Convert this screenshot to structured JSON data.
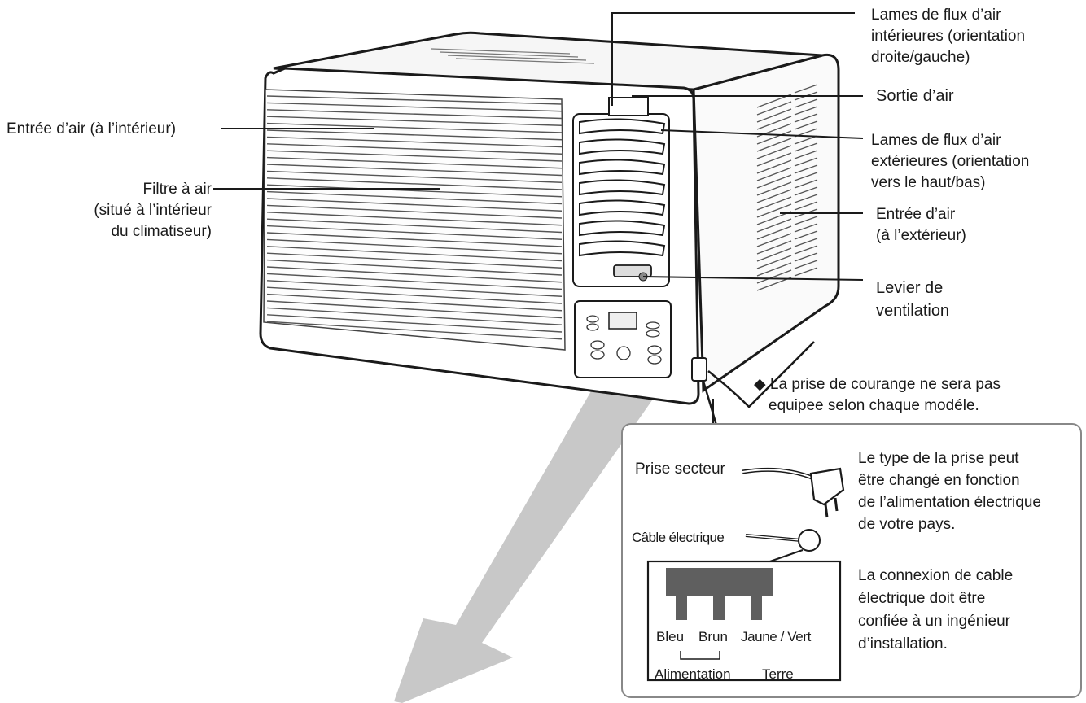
{
  "labels": {
    "indoor_louvers": [
      "Lames de flux d’air",
      "intérieures (orientation",
      "droite/gauche)"
    ],
    "air_outlet": "Sortie d’air",
    "outdoor_louvers": [
      "Lames de flux d’air",
      "extérieures (orientation",
      "vers le haut/bas)"
    ],
    "outdoor_intake": [
      "Entrée d’air",
      "(à l’extérieur)"
    ],
    "vent_lever": [
      "Levier de",
      "ventilation"
    ],
    "indoor_intake": "Entrée d’air (à l’intérieur)",
    "air_filter": [
      "Filtre à air",
      "(situé à l’intérieur",
      "du climatiseur)"
    ]
  },
  "note": {
    "bullet": "◆",
    "lines": [
      "La prise de courange ne sera pas",
      "equipee selon chaque modéle."
    ]
  },
  "inset": {
    "plug_label": "Prise secteur",
    "cable_label": "Câble électrique",
    "plug_text": [
      "Le type de la prise peut",
      "être changé en fonction",
      "de l’alimentation électrique",
      "de votre pays."
    ],
    "connection_text": [
      "La connexion de cable",
      "électrique doit être",
      "confiée à un ingénieur",
      "d’installation."
    ],
    "wires": {
      "blue": "Bleu",
      "brown": "Brun",
      "yellow_green": "Jaune / Vert",
      "power": "Alimentation",
      "earth": "Terre"
    }
  },
  "colors": {
    "line": "#1a1a1a",
    "arrow": "#c8c8c8",
    "terminal_block": "#5f5f5f",
    "inset_border": "#888888"
  }
}
